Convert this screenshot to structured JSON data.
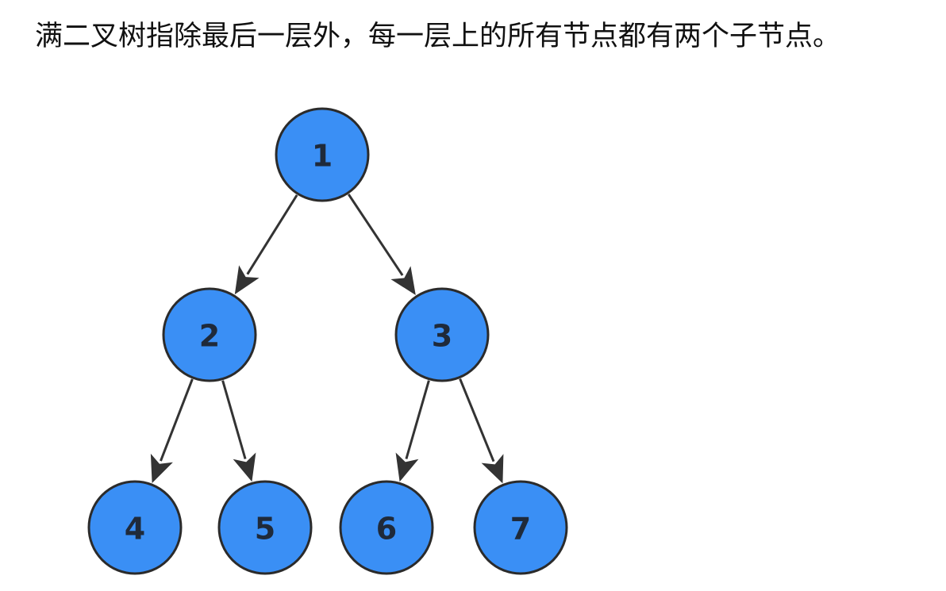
{
  "caption": "满二叉树指除最后一层外，每一层上的所有节点都有两个子节点。",
  "colors": {
    "node_fill": "#3a8ff5",
    "node_stroke": "#2b2b2b",
    "edge": "#333333",
    "label": "#1f2a3a"
  },
  "tree": {
    "nodes": [
      {
        "id": "1",
        "label": "1"
      },
      {
        "id": "2",
        "label": "2"
      },
      {
        "id": "3",
        "label": "3"
      },
      {
        "id": "4",
        "label": "4"
      },
      {
        "id": "5",
        "label": "5"
      },
      {
        "id": "6",
        "label": "6"
      },
      {
        "id": "7",
        "label": "7"
      }
    ],
    "edges": [
      {
        "from": "1",
        "to": "2"
      },
      {
        "from": "1",
        "to": "3"
      },
      {
        "from": "2",
        "to": "4"
      },
      {
        "from": "2",
        "to": "5"
      },
      {
        "from": "3",
        "to": "6"
      },
      {
        "from": "3",
        "to": "7"
      }
    ]
  }
}
